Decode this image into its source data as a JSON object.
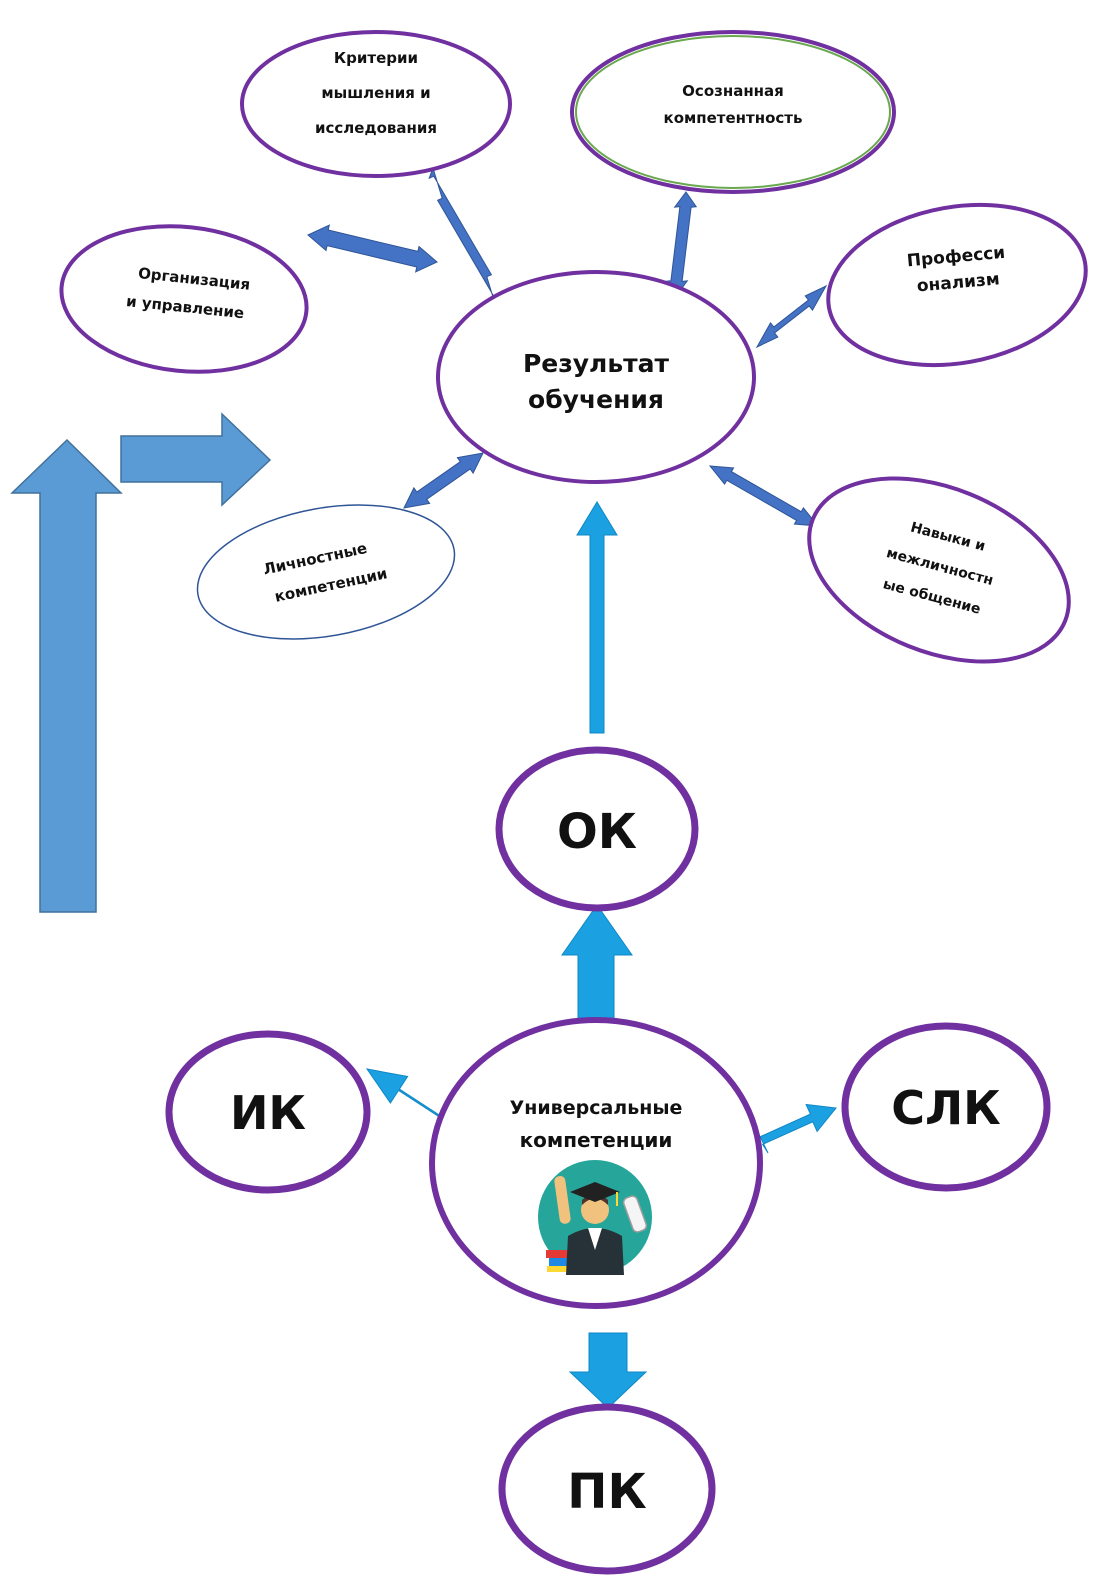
{
  "colors": {
    "ellipse_border": "#7030a0",
    "green_border": "#6aa84f",
    "navy_border": "#2f5597",
    "double_arrow": "#4472c4",
    "cyan_arrow": "#1ba1e2",
    "big_arrow": "#5b9bd5",
    "big_arrow_border": "#41719c"
  },
  "center": {
    "line1": "Результат",
    "line2": "обучения"
  },
  "outcomes": {
    "criteria": {
      "line1": "Критерии",
      "line2": "мышления и",
      "line3": "исследования"
    },
    "awareness": {
      "line1": "Осознанная",
      "line2": "компетентность"
    },
    "organization": {
      "line1": "Организация",
      "line2": "и управление"
    },
    "professionalism": {
      "line1": "Професси",
      "line2": "онализм"
    },
    "personal": {
      "line1": "Личностные",
      "line2": "компетенции"
    },
    "skills": {
      "line1": "Навыки и",
      "line2": "межличностн",
      "line3": "ые общение"
    }
  },
  "universal": {
    "line1": "Универсальные",
    "line2": "компетенции",
    "illustration_icon": "graduate-illustration-icon"
  },
  "competences": {
    "ok": "ОК",
    "ik": "ИК",
    "slk": "СЛК",
    "pk": "ПК"
  }
}
